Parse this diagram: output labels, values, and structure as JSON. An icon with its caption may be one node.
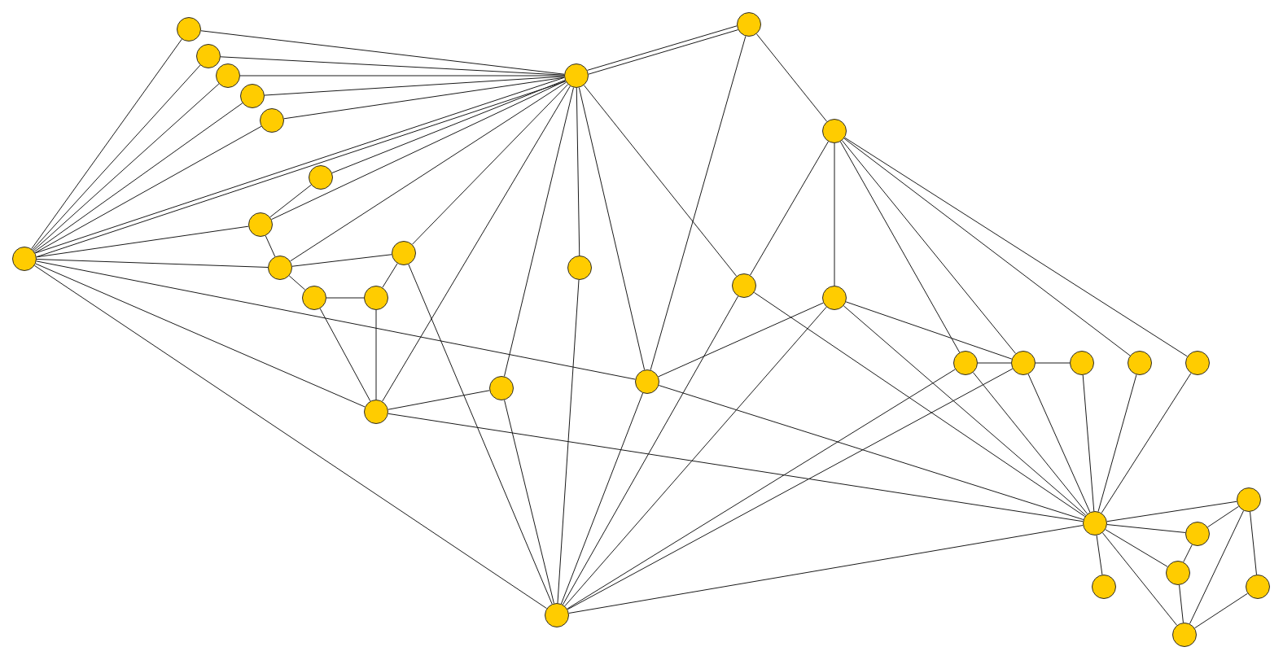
{
  "diagram": {
    "nodes": [
      {
        "text": [],
        "shape": "circle"
      },
      {
        "text": [],
        "shape": "circle"
      },
      {
        "text": [],
        "shape": "circle"
      },
      {
        "text": [],
        "shape": "circle"
      },
      {
        "text": [],
        "shape": "circle"
      },
      {
        "text": [],
        "shape": "circle"
      },
      {
        "text": [],
        "shape": "circle"
      },
      {
        "text": [],
        "shape": "circle"
      },
      {
        "text": [],
        "shape": "circle"
      },
      {
        "text": [],
        "shape": "circle"
      },
      {
        "text": [],
        "shape": "circle"
      },
      {
        "text": [],
        "shape": "circle"
      },
      {
        "text": [],
        "shape": "circle"
      },
      {
        "text": [],
        "shape": "circle"
      },
      {
        "text": [],
        "shape": "circle"
      },
      {
        "text": [],
        "shape": "circle"
      },
      {
        "text": [],
        "shape": "circle"
      },
      {
        "text": [],
        "shape": "circle"
      },
      {
        "text": [],
        "shape": "circle"
      },
      {
        "text": [],
        "shape": "circle"
      },
      {
        "text": [],
        "shape": "circle"
      },
      {
        "text": [],
        "shape": "circle"
      },
      {
        "text": [],
        "shape": "circle"
      },
      {
        "text": [],
        "shape": "circle"
      },
      {
        "text": [],
        "shape": "circle"
      },
      {
        "text": [],
        "shape": "circle"
      },
      {
        "text": [],
        "shape": "circle"
      },
      {
        "text": [],
        "shape": "circle"
      },
      {
        "text": [],
        "shape": "circle"
      },
      {
        "text": [],
        "shape": "circle"
      },
      {
        "text": [],
        "shape": "circle"
      },
      {
        "text": [],
        "shape": "circle"
      },
      {
        "text": [],
        "shape": "circle"
      },
      {
        "text": [],
        "shape": "circle"
      }
    ],
    "edges": [
      {
        "from": 11,
        "to": 1,
        "arrow": "none"
      },
      {
        "from": 11,
        "to": 2,
        "arrow": "none"
      },
      {
        "from": 11,
        "to": 3,
        "arrow": "none"
      },
      {
        "from": 11,
        "to": 5,
        "arrow": "none"
      },
      {
        "from": 11,
        "to": 6,
        "arrow": "none"
      },
      {
        "from": 11,
        "to": 4,
        "arrow": "none"
      },
      {
        "from": 11,
        "to": 4,
        "arrow": "none"
      },
      {
        "from": 11,
        "to": 9,
        "arrow": "none"
      },
      {
        "from": 11,
        "to": 12,
        "arrow": "none"
      },
      {
        "from": 11,
        "to": 23,
        "arrow": "none"
      },
      {
        "from": 11,
        "to": 25,
        "arrow": "none"
      },
      {
        "from": 11,
        "to": 32,
        "arrow": "none"
      },
      {
        "from": 1,
        "to": 4,
        "arrow": "none"
      },
      {
        "from": 2,
        "to": 4,
        "arrow": "none"
      },
      {
        "from": 3,
        "to": 4,
        "arrow": "none"
      },
      {
        "from": 5,
        "to": 4,
        "arrow": "none"
      },
      {
        "from": 6,
        "to": 4,
        "arrow": "none"
      },
      {
        "from": 8,
        "to": 4,
        "arrow": "none"
      },
      {
        "from": 8,
        "to": 9,
        "arrow": "none"
      },
      {
        "from": 9,
        "to": 4,
        "arrow": "none"
      },
      {
        "from": 9,
        "to": 12,
        "arrow": "none"
      },
      {
        "from": 12,
        "to": 4,
        "arrow": "none"
      },
      {
        "from": 12,
        "to": 10,
        "arrow": "none"
      },
      {
        "from": 12,
        "to": 15,
        "arrow": "none"
      },
      {
        "from": 10,
        "to": 4,
        "arrow": "none"
      },
      {
        "from": 10,
        "to": 16,
        "arrow": "none"
      },
      {
        "from": 10,
        "to": 32,
        "arrow": "none"
      },
      {
        "from": 15,
        "to": 16,
        "arrow": "none"
      },
      {
        "from": 15,
        "to": 25,
        "arrow": "none"
      },
      {
        "from": 16,
        "to": 25,
        "arrow": "none"
      },
      {
        "from": 25,
        "to": 4,
        "arrow": "none"
      },
      {
        "from": 25,
        "to": 24,
        "arrow": "none"
      },
      {
        "from": 25,
        "to": 27,
        "arrow": "none"
      },
      {
        "from": 24,
        "to": 4,
        "arrow": "none"
      },
      {
        "from": 24,
        "to": 32,
        "arrow": "none"
      },
      {
        "from": 13,
        "to": 4,
        "arrow": "none"
      },
      {
        "from": 13,
        "to": 32,
        "arrow": "none"
      },
      {
        "from": 23,
        "to": 4,
        "arrow": "none"
      },
      {
        "from": 23,
        "to": 0,
        "arrow": "none"
      },
      {
        "from": 23,
        "to": 17,
        "arrow": "none"
      },
      {
        "from": 23,
        "to": 32,
        "arrow": "none"
      },
      {
        "from": 23,
        "to": 27,
        "arrow": "none"
      },
      {
        "from": 4,
        "to": 0,
        "arrow": "none"
      },
      {
        "from": 4,
        "to": 0,
        "arrow": "none"
      },
      {
        "from": 4,
        "to": 14,
        "arrow": "none"
      },
      {
        "from": 0,
        "to": 7,
        "arrow": "none"
      },
      {
        "from": 7,
        "to": 14,
        "arrow": "none"
      },
      {
        "from": 7,
        "to": 17,
        "arrow": "none"
      },
      {
        "from": 7,
        "to": 18,
        "arrow": "none"
      },
      {
        "from": 7,
        "to": 19,
        "arrow": "none"
      },
      {
        "from": 7,
        "to": 21,
        "arrow": "none"
      },
      {
        "from": 7,
        "to": 22,
        "arrow": "none"
      },
      {
        "from": 14,
        "to": 32,
        "arrow": "none"
      },
      {
        "from": 14,
        "to": 27,
        "arrow": "none"
      },
      {
        "from": 17,
        "to": 32,
        "arrow": "none"
      },
      {
        "from": 17,
        "to": 27,
        "arrow": "none"
      },
      {
        "from": 17,
        "to": 19,
        "arrow": "none"
      },
      {
        "from": 18,
        "to": 19,
        "arrow": "none"
      },
      {
        "from": 19,
        "to": 20,
        "arrow": "none"
      },
      {
        "from": 18,
        "to": 32,
        "arrow": "none"
      },
      {
        "from": 19,
        "to": 32,
        "arrow": "none"
      },
      {
        "from": 18,
        "to": 27,
        "arrow": "none"
      },
      {
        "from": 19,
        "to": 27,
        "arrow": "none"
      },
      {
        "from": 20,
        "to": 27,
        "arrow": "none"
      },
      {
        "from": 21,
        "to": 27,
        "arrow": "none"
      },
      {
        "from": 22,
        "to": 27,
        "arrow": "none"
      },
      {
        "from": 27,
        "to": 32,
        "arrow": "none"
      },
      {
        "from": 27,
        "to": 26,
        "arrow": "none"
      },
      {
        "from": 27,
        "to": 28,
        "arrow": "none"
      },
      {
        "from": 27,
        "to": 29,
        "arrow": "none"
      },
      {
        "from": 27,
        "to": 30,
        "arrow": "none"
      },
      {
        "from": 27,
        "to": 33,
        "arrow": "none"
      },
      {
        "from": 26,
        "to": 28,
        "arrow": "none"
      },
      {
        "from": 26,
        "to": 33,
        "arrow": "none"
      },
      {
        "from": 26,
        "to": 31,
        "arrow": "none"
      },
      {
        "from": 28,
        "to": 29,
        "arrow": "none"
      },
      {
        "from": 29,
        "to": 33,
        "arrow": "none"
      },
      {
        "from": 31,
        "to": 33,
        "arrow": "none"
      }
    ]
  }
}
